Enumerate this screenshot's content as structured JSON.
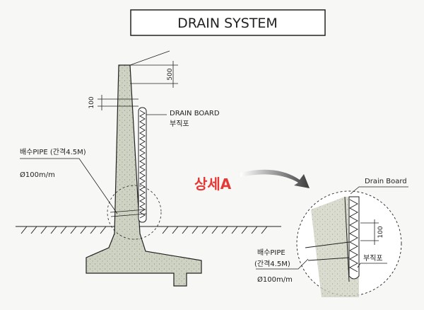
{
  "title": "DRAIN SYSTEM",
  "dimensions": {
    "top": "500",
    "left": "100",
    "detail": "100"
  },
  "labels": {
    "drain_board": "DRAIN BOARD",
    "drain_board_kr": "부직포",
    "pipe": "배수PIPE (간격4.5M)",
    "pipe_dia": "Ø100m/m",
    "detail_callout": "상세A"
  },
  "detail": {
    "drain_board": "Drain Board",
    "pipe_line1": "배수PIPE",
    "pipe_line2": "(간격4.5M)",
    "fabric": "부직포",
    "pipe_dia": "Ø100m/m"
  },
  "colors": {
    "concrete": "#cfd3c3",
    "line": "#222222",
    "accent_red": "#e53935",
    "arrow": "#4a4a4a"
  }
}
